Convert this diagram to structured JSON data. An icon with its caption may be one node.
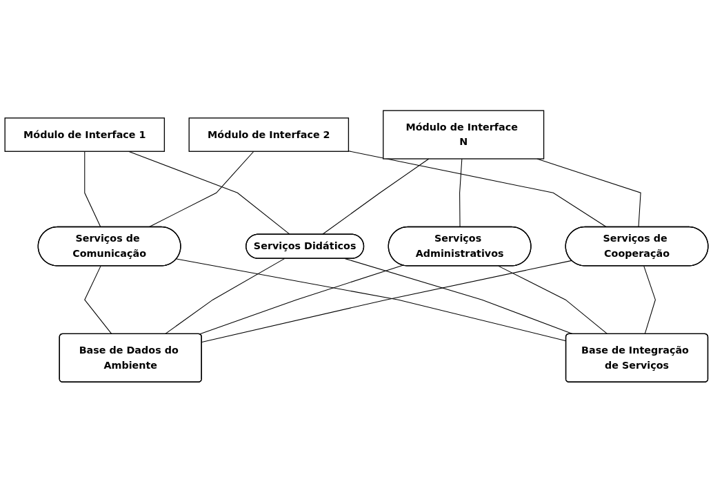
{
  "diagram": {
    "nodes": [
      {
        "text": [
          "Módulo de Interface 1"
        ]
      },
      {
        "text": [
          "Módulo de Interface 2"
        ]
      },
      {
        "text": [
          "Módulo de Interface N"
        ]
      },
      {
        "text": [
          "Serviços de Comunicação"
        ]
      },
      {
        "text": [
          "Serviços Didáticos"
        ]
      },
      {
        "text": [
          "Serviços Administrativos"
        ]
      },
      {
        "text": [
          "Serviços de Cooperação"
        ]
      },
      {
        "text": [
          "Base de Dados do Ambiente"
        ]
      },
      {
        "text": [
          "Base de Integração de Serviços"
        ]
      }
    ],
    "edges": [
      {
        "from": 0,
        "to": 3,
        "arrow": "none"
      },
      {
        "from": 0,
        "to": 4,
        "arrow": "none"
      },
      {
        "from": 1,
        "to": 3,
        "arrow": "none"
      },
      {
        "from": 1,
        "to": 6,
        "arrow": "none"
      },
      {
        "from": 2,
        "to": 4,
        "arrow": "none"
      },
      {
        "from": 2,
        "to": 5,
        "arrow": "none"
      },
      {
        "from": 2,
        "to": 6,
        "arrow": "none"
      },
      {
        "from": 3,
        "to": 7,
        "arrow": "none"
      },
      {
        "from": 3,
        "to": 8,
        "arrow": "none"
      },
      {
        "from": 4,
        "to": 7,
        "arrow": "none"
      },
      {
        "from": 4,
        "to": 8,
        "arrow": "none"
      },
      {
        "from": 5,
        "to": 7,
        "arrow": "none"
      },
      {
        "from": 5,
        "to": 8,
        "arrow": "none"
      },
      {
        "from": 6,
        "to": 7,
        "arrow": "none"
      },
      {
        "from": 6,
        "to": 8,
        "arrow": "none"
      }
    ]
  }
}
